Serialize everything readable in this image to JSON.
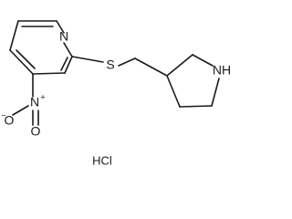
{
  "labels": {
    "pyridine_n": "N",
    "thioether_s": "S",
    "pyrrolidine_nh": "NH",
    "nitro_n": "N",
    "nitro_plus": "+",
    "nitro_o_top": "O",
    "nitro_o_minus_sign": "−",
    "nitro_o_bottom": "O",
    "salt": "HCl"
  }
}
